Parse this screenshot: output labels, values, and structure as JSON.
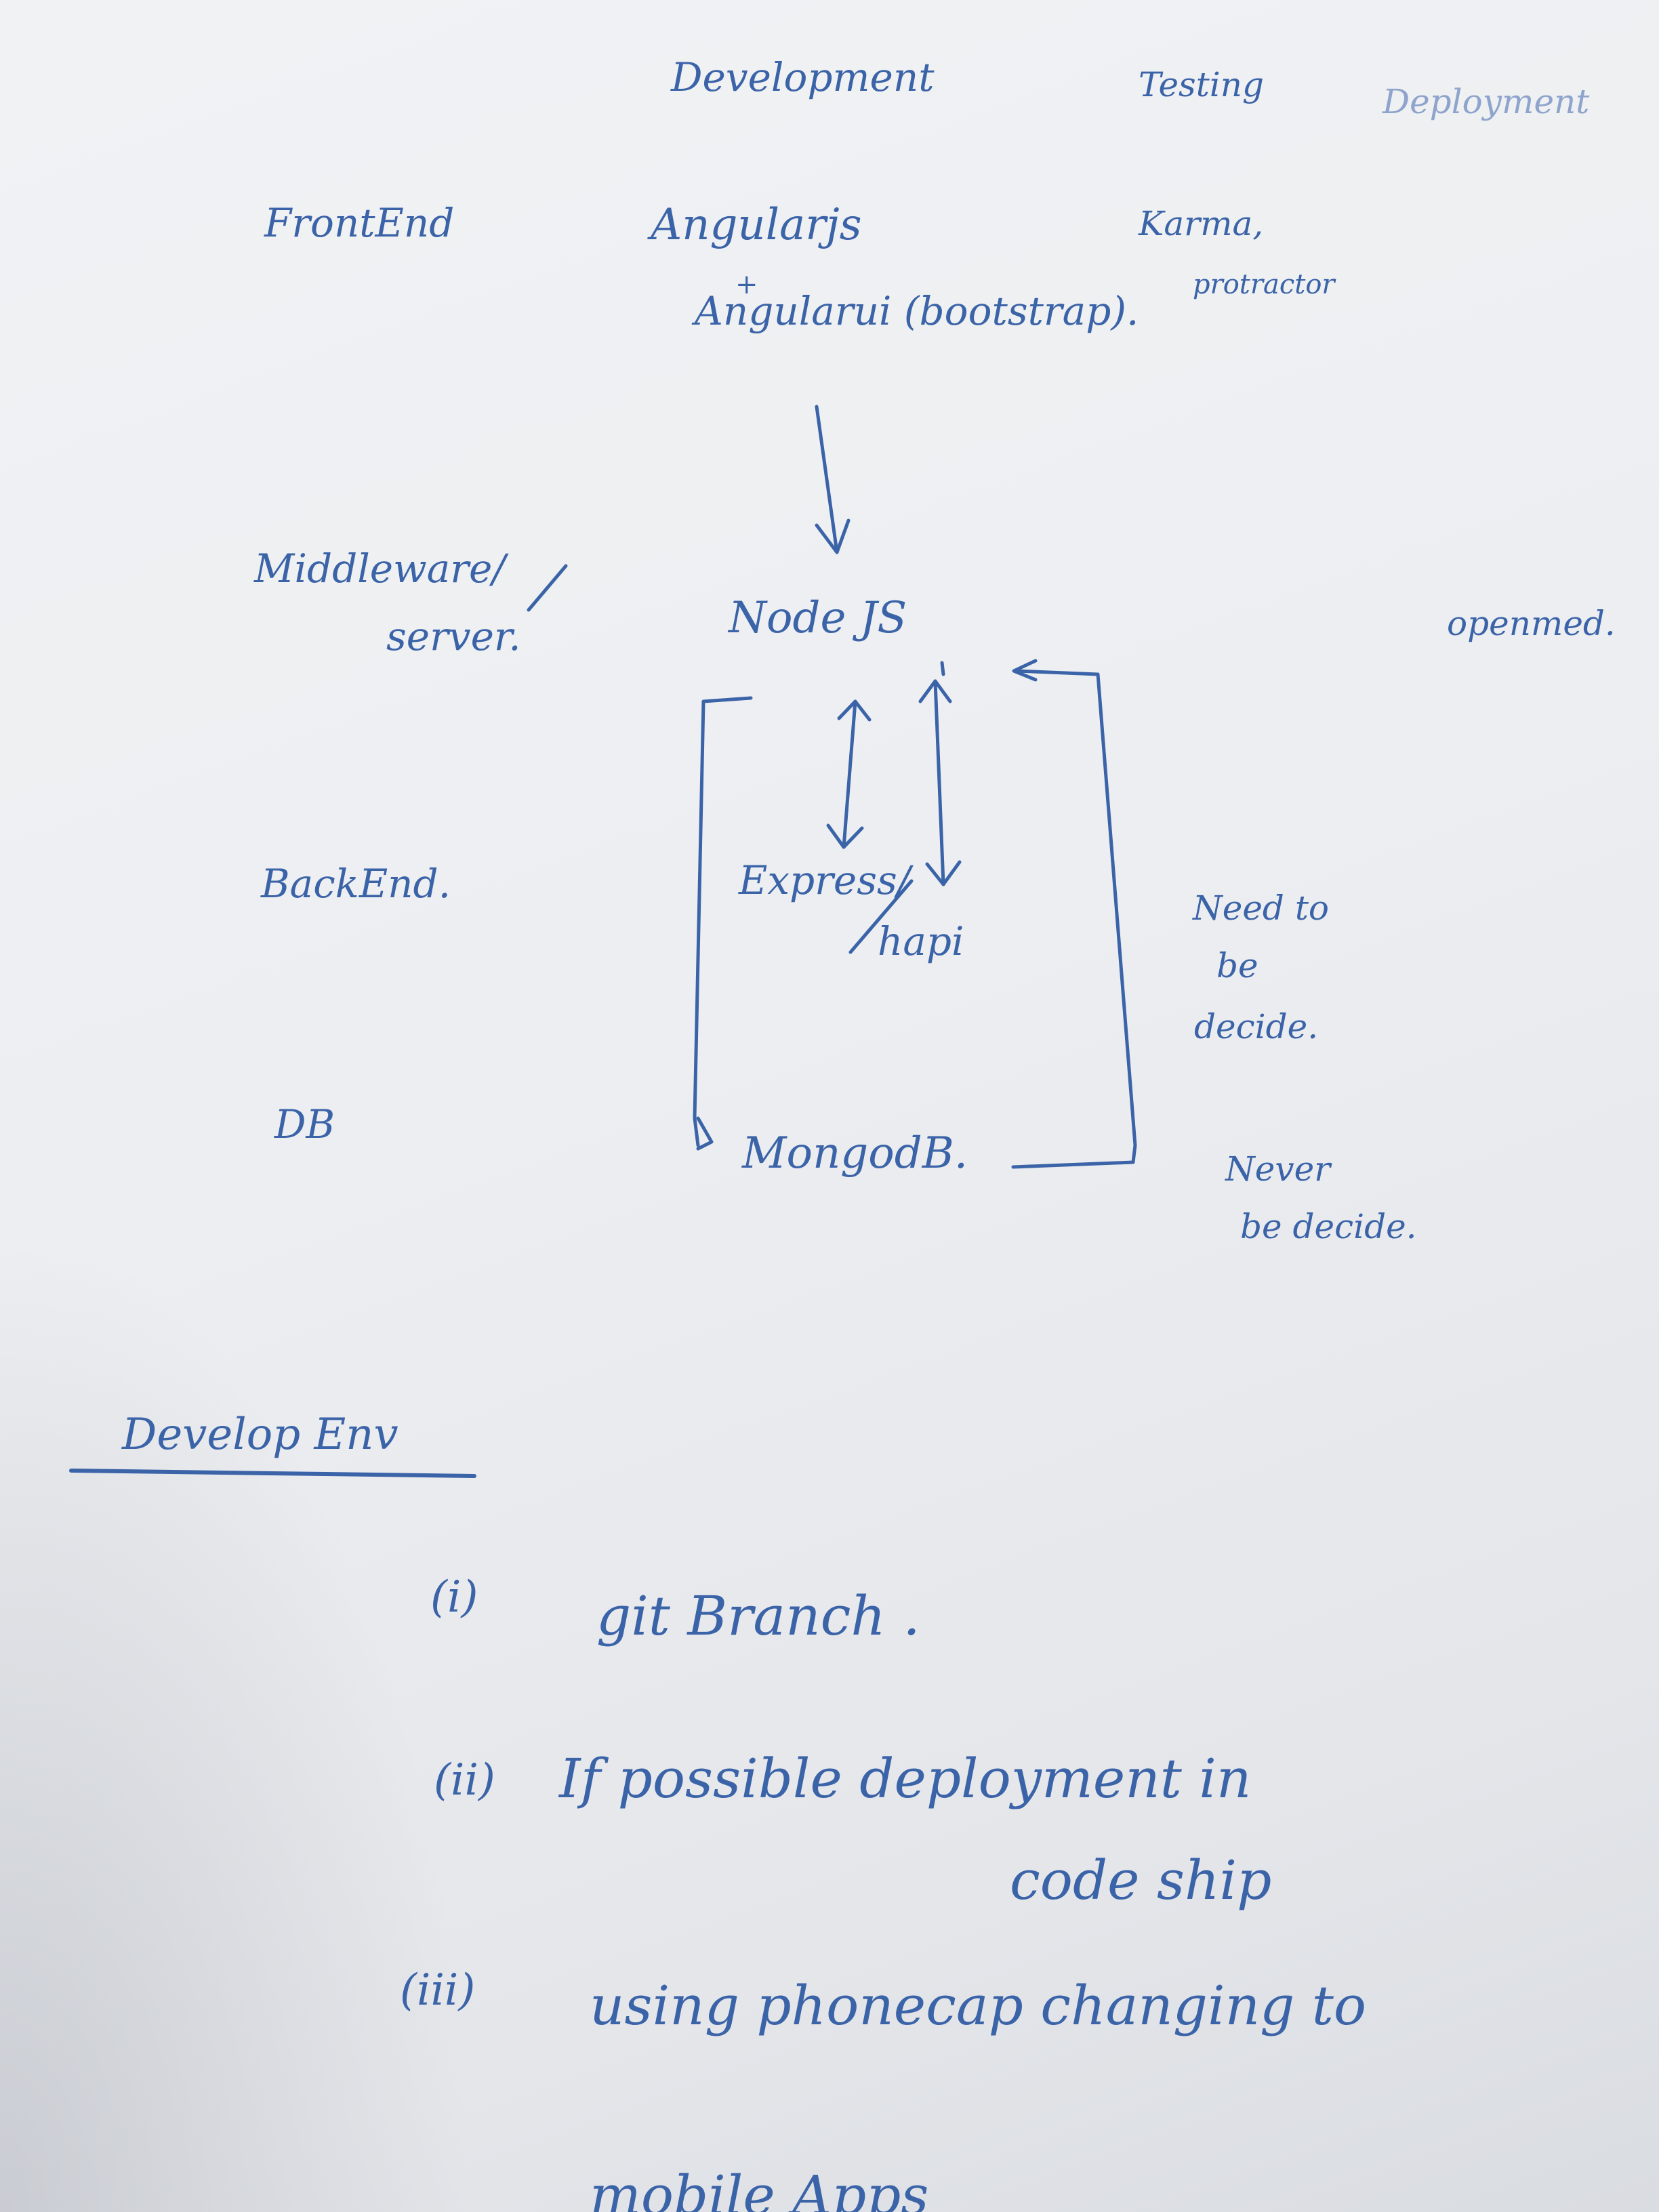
{
  "columns": {
    "development": "Development",
    "testing": "Testing",
    "deployment": "Deployment"
  },
  "rows": {
    "frontend": "FrontEnd",
    "middleware": "Middleware/",
    "middleware_2": "server.",
    "backend": "BackEnd.",
    "db": "DB"
  },
  "stack": {
    "angular": "Angularjs",
    "plus": "+",
    "angularui": "Angularui (bootstrap).",
    "nodejs": "Node JS",
    "express": "Express/",
    "hapi": "hapi",
    "mongodb": "MongodB."
  },
  "testing": {
    "karma": "Karma,",
    "protractor": "protractor"
  },
  "notes": {
    "openmed": "openmed.",
    "need_1": "Need to",
    "need_2": "be",
    "need_3": "decide.",
    "never_1": "Never",
    "never_2": "be decide."
  },
  "env": {
    "heading": "Develop Env",
    "item1_num": "(i)",
    "item1_text": "git Branch .",
    "item2_num": "(ii)",
    "item2_text": "If possible deployment in",
    "item2_text_2": "code ship",
    "item3_num": "(iii)",
    "item3_text": "using phonecap changing to",
    "item3_text_2": "mobile Apps"
  }
}
